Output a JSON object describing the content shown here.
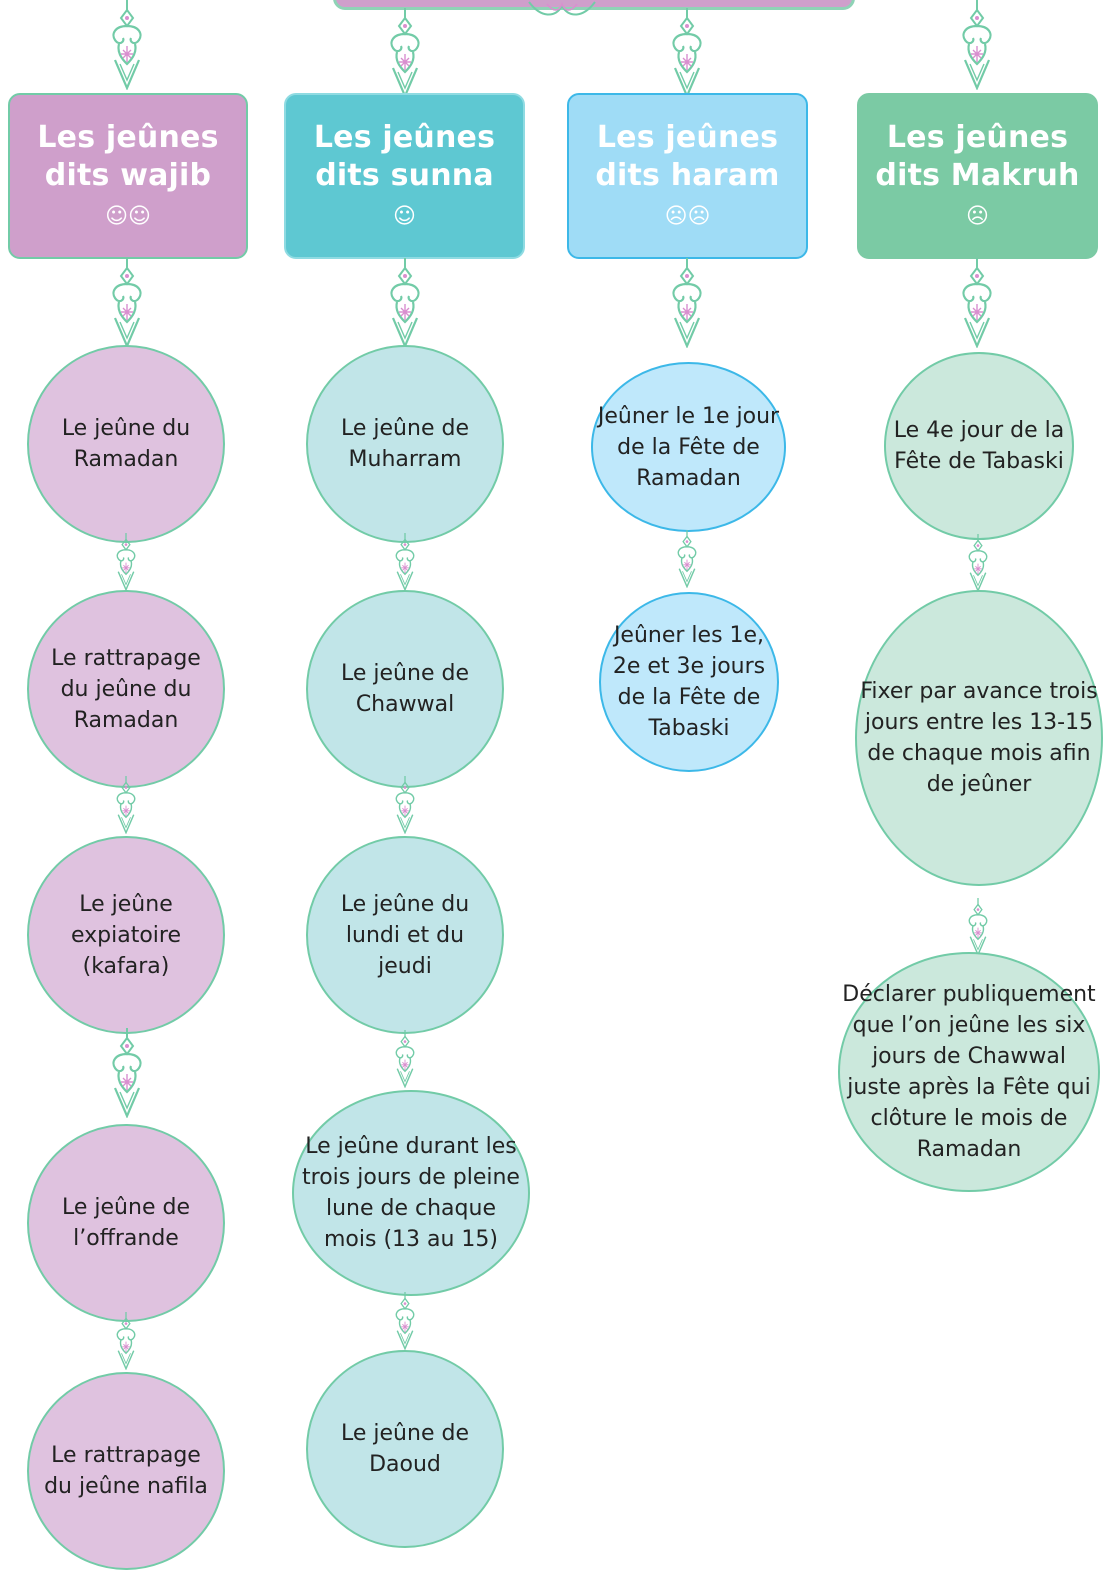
{
  "columns": [
    {
      "id": "wajib",
      "title": "Les jeûnes dits wajib",
      "emoticon": "☺☺",
      "color": "#cf9fcb",
      "nodes": [
        "Le jeûne du Ramadan",
        "Le rattrapage du jeûne du Ramadan",
        "Le jeûne expiatoire (kafara)",
        "Le jeûne de l’offrande",
        "Le rattrapage du jeûne nafila"
      ]
    },
    {
      "id": "sunna",
      "title": "Les jeûnes dits sunna",
      "emoticon": "☺",
      "color": "#5ec8d2",
      "nodes": [
        "Le jeûne de Muharram",
        "Le jeûne de Chawwal",
        "Le jeûne du lundi et  du jeudi",
        "Le jeûne durant les trois jours de pleine lune de chaque mois (13 au 15)",
        "Le jeûne de Daoud"
      ]
    },
    {
      "id": "haram",
      "title": "Les jeûnes dits haram",
      "emoticon": "☹☹",
      "color": "#9fdcf6",
      "nodes": [
        "Jeûner le 1e jour de la Fête de Ramadan",
        "Jeûner les 1e, 2e et 3e jours de la Fête de Tabaski"
      ]
    },
    {
      "id": "makruh",
      "title": "Les jeûnes dits Makruh",
      "emoticon": "☹",
      "color": "#7bcaa4",
      "nodes": [
        "Le 4e jour de la Fête de Tabaski",
        "Fixer par avance trois jours entre les 13-15 de chaque mois afin de jeûner",
        "Déclarer publiquement que l’on jeûne les six jours de Chawwal juste après la Fête qui clôture le mois de Ramadan"
      ]
    }
  ],
  "ornament_icon": "arabesque-connector-icon",
  "banner_color": "#cf9fcb",
  "accent_green": "#72cba7"
}
